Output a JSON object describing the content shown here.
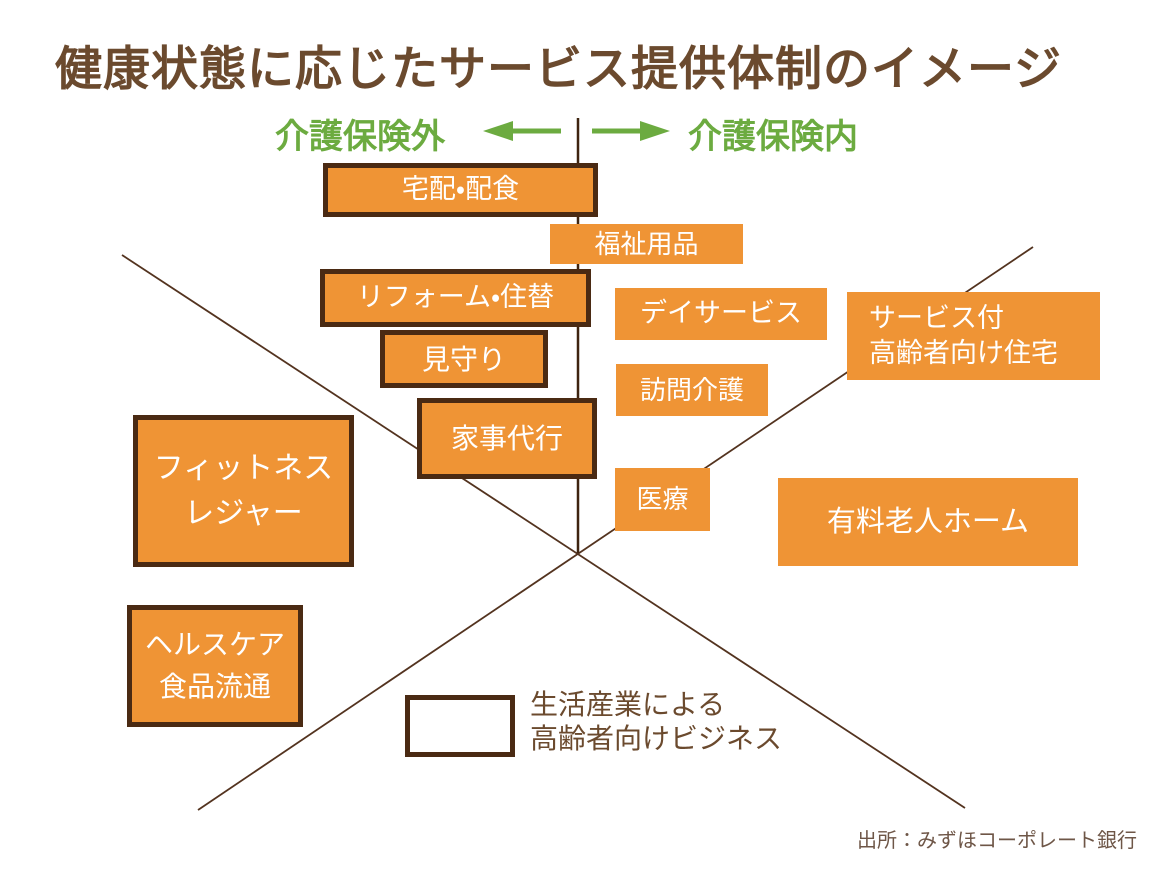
{
  "title": "健康状態に応じたサービス提供体制のイメージ",
  "header": {
    "left_label": "介護保険外",
    "right_label": "介護保険内",
    "left_arrow_icon": "arrow-left",
    "right_arrow_icon": "arrow-right"
  },
  "boxes": [
    {
      "label": "宅配・配食",
      "bordered": true
    },
    {
      "label": "福祉用品",
      "bordered": false
    },
    {
      "label": "リフォーム・住替",
      "bordered": true
    },
    {
      "label": "デイサービス",
      "bordered": false
    },
    {
      "label": "サービス付\n高齢者向け住宅",
      "bordered": false
    },
    {
      "label": "見守り",
      "bordered": true
    },
    {
      "label": "訪問介護",
      "bordered": false
    },
    {
      "label": "家事代行",
      "bordered": true
    },
    {
      "label": "フィットネス\nレジャー",
      "bordered": true
    },
    {
      "label": "医療",
      "bordered": false
    },
    {
      "label": "有料老人ホーム",
      "bordered": false
    },
    {
      "label": "ヘルスケア\n食品流通",
      "bordered": true
    }
  ],
  "legend": {
    "swatch_icon": "bordered-white-box",
    "label": "生活産業による\n高齢者向けビジネス"
  },
  "source": "出所：みずほコーポレート銀行",
  "colors": {
    "orange": "#EF9435",
    "box_border": "#4A2A13",
    "title_brown": "#6B4A2E",
    "green": "#6CAB40",
    "line_brown": "#53331F",
    "divider_brown": "#3E2410",
    "source_brown": "#6E5647",
    "white": "#FFFFFF"
  }
}
